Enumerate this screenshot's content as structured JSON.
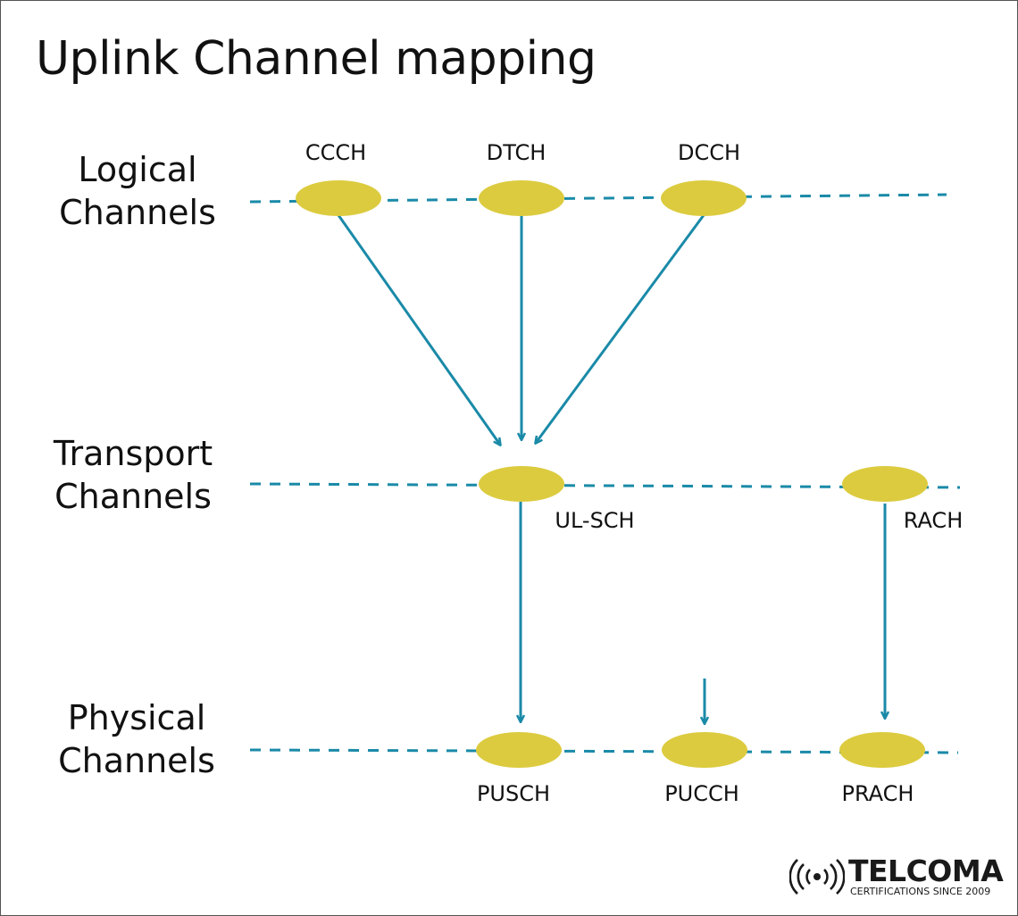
{
  "title": "Uplink Channel mapping",
  "layers": {
    "logical": [
      "Logical",
      "Channels"
    ],
    "transport": [
      "Transport",
      "Channels"
    ],
    "physical": [
      "Physical",
      "Channels"
    ]
  },
  "channels": {
    "ccch": "CCCH",
    "dtch": "DTCH",
    "dcch": "DCCH",
    "ulsch": "UL-SCH",
    "rach": "RACH",
    "pusch": "PUSCH",
    "pucch": "PUCCH",
    "prach": "PRACH"
  },
  "colors": {
    "node_fill": "#dccb3f",
    "line_color": "#1a8aa8"
  },
  "logo": {
    "name": "TELCOMA",
    "tagline": "CERTIFICATIONS SINCE 2009"
  }
}
